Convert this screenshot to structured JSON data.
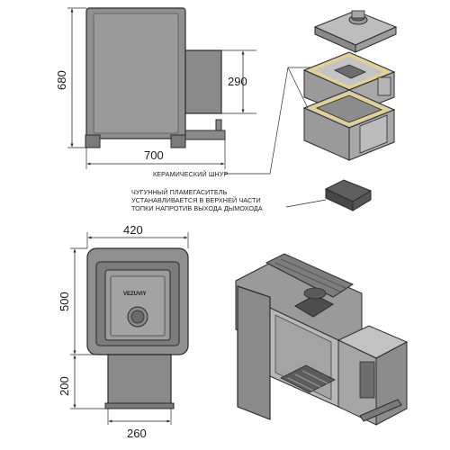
{
  "side_view": {
    "height_label": "680",
    "width_label": "700",
    "chimney_height_label": "290"
  },
  "front_view": {
    "width_label": "420",
    "height_label": "500",
    "leg_height_label": "200",
    "base_width_label": "260",
    "logo_text": "VEZUVIY"
  },
  "annotations": {
    "ceramic_cord": "КЕРАМИЧЕСКИЙ ШНУР",
    "flame_arrester_line1": "ЧУГУННЫЙ ПЛАМЕГАСИТЕЛЬ",
    "flame_arrester_line2": "УСТАНАВЛИВАЕТСЯ В ВЕРХНЕЙ ЧАСТИ",
    "flame_arrester_line3": "ТОПКИ НАПРОТИВ ВЫХОДА ДЫМОХОДА"
  },
  "colors": {
    "metal": "#8f8f8f",
    "metal_dark": "#5f5f5f",
    "metal_light": "#b8b8b8",
    "line": "#2a2a2a",
    "cord": "#e8d28a"
  }
}
